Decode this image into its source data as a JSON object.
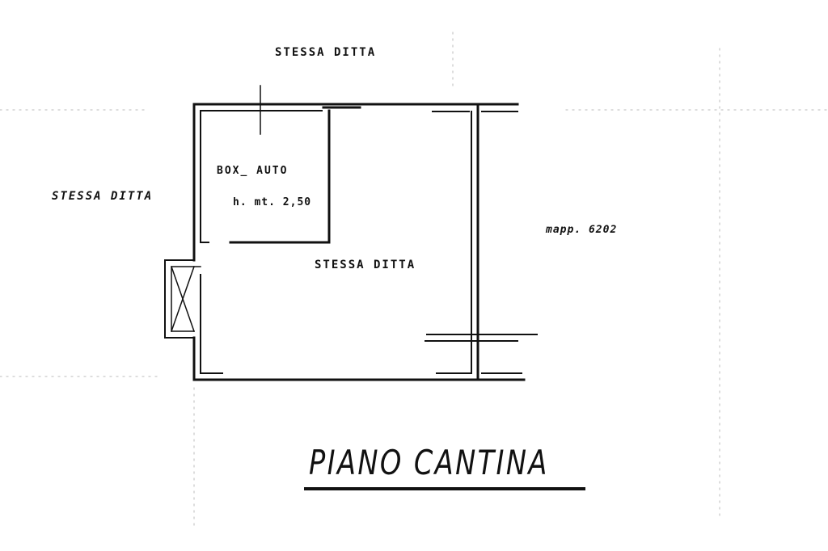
{
  "labels": {
    "top": "STESSA DITTA",
    "left": "STESSA DITTA",
    "center": "STESSA DITTA",
    "box_name": "BOX_ AUTO",
    "box_height": "h. mt. 2,50",
    "parcel": "mapp. 6202"
  },
  "title": "PIANO CANTINA",
  "colors": {
    "ink": "#111111",
    "paper": "#ffffff"
  }
}
